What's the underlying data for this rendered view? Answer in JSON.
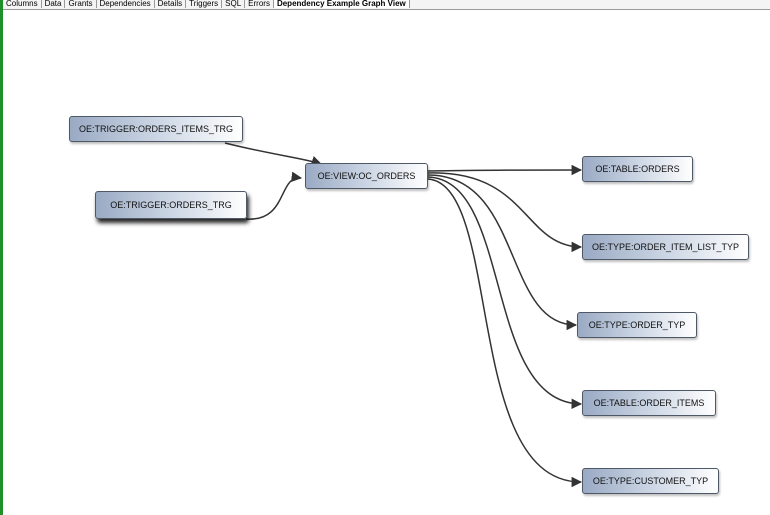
{
  "tabs": [
    {
      "label": "Columns"
    },
    {
      "label": "Data"
    },
    {
      "label": "Grants"
    },
    {
      "label": "Dependencies"
    },
    {
      "label": "Details"
    },
    {
      "label": "Triggers"
    },
    {
      "label": "SQL"
    },
    {
      "label": "Errors"
    },
    {
      "label": "Dependency Example Graph View"
    }
  ],
  "active_tab": "Dependency Example Graph View",
  "graph": {
    "nodes": {
      "trigger_items": "OE:TRIGGER:ORDERS_ITEMS_TRG",
      "trigger_orders": "OE:TRIGGER:ORDERS_TRG",
      "view": "OE:VIEW:OC_ORDERS",
      "table_orders": "OE:TABLE:ORDERS",
      "type_item_list": "OE:TYPE:ORDER_ITEM_LIST_TYP",
      "type_order": "OE:TYPE:ORDER_TYP",
      "table_items": "OE:TABLE:ORDER_ITEMS",
      "type_customer": "OE:TYPE:CUSTOMER_TYP"
    }
  }
}
